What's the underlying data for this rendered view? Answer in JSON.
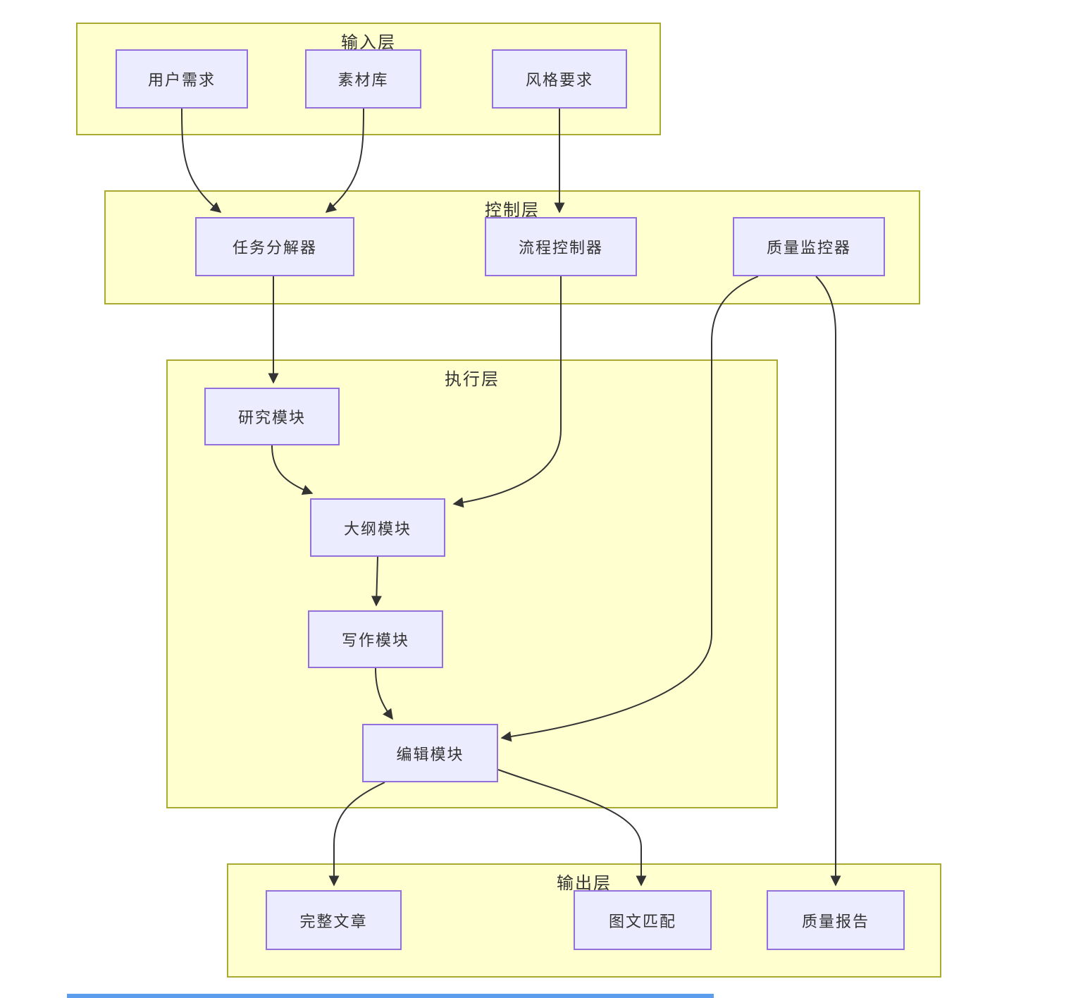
{
  "diagram": {
    "type": "flowchart",
    "colors": {
      "background": "#ffffff",
      "container_fill": "#ffffd0",
      "container_border": "#aaaa33",
      "node_fill": "#ececff",
      "node_border": "#9370db",
      "edge_line": "#333333",
      "text": "#333333",
      "bottom_bar": "#5c9ded"
    },
    "layers": {
      "input": {
        "title": "输入层"
      },
      "control": {
        "title": "控制层"
      },
      "execution": {
        "title": "执行层"
      },
      "output": {
        "title": "输出层"
      }
    },
    "nodes": {
      "user_req": {
        "label": "用户需求",
        "layer": "输入层"
      },
      "material": {
        "label": "素材库",
        "layer": "输入层"
      },
      "style_req": {
        "label": "风格要求",
        "layer": "输入层"
      },
      "task_decomposer": {
        "label": "任务分解器",
        "layer": "控制层"
      },
      "flow_controller": {
        "label": "流程控制器",
        "layer": "控制层"
      },
      "quality_monitor": {
        "label": "质量监控器",
        "layer": "控制层"
      },
      "research": {
        "label": "研究模块",
        "layer": "执行层"
      },
      "outline": {
        "label": "大纲模块",
        "layer": "执行层"
      },
      "writing": {
        "label": "写作模块",
        "layer": "执行层"
      },
      "editing": {
        "label": "编辑模块",
        "layer": "执行层"
      },
      "article": {
        "label": "完整文章",
        "layer": "输出层"
      },
      "img_text": {
        "label": "图文匹配",
        "layer": "输出层"
      },
      "quality_report": {
        "label": "质量报告",
        "layer": "输出层"
      }
    },
    "edges": [
      {
        "from": "用户需求",
        "to": "任务分解器"
      },
      {
        "from": "素材库",
        "to": "任务分解器"
      },
      {
        "from": "风格要求",
        "to": "流程控制器"
      },
      {
        "from": "任务分解器",
        "to": "研究模块"
      },
      {
        "from": "研究模块",
        "to": "大纲模块"
      },
      {
        "from": "流程控制器",
        "to": "大纲模块"
      },
      {
        "from": "大纲模块",
        "to": "写作模块"
      },
      {
        "from": "写作模块",
        "to": "编辑模块"
      },
      {
        "from": "质量监控器",
        "to": "编辑模块"
      },
      {
        "from": "质量监控器",
        "to": "质量报告"
      },
      {
        "from": "编辑模块",
        "to": "完整文章"
      },
      {
        "from": "编辑模块",
        "to": "图文匹配"
      }
    ]
  }
}
